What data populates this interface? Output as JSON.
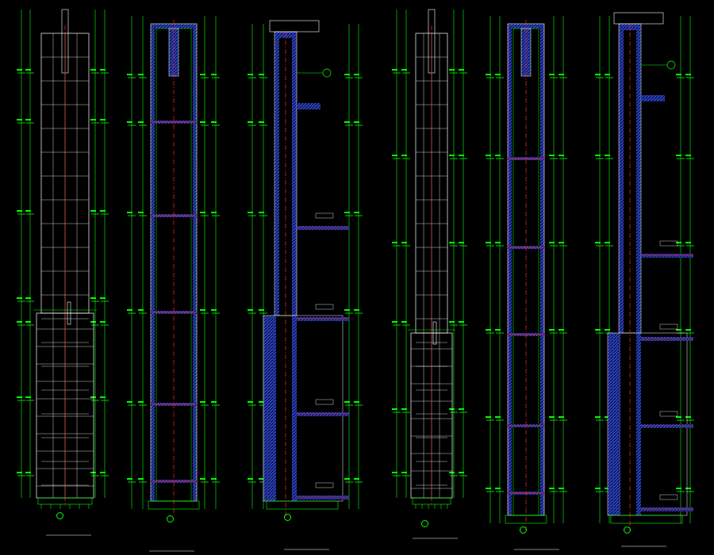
{
  "drawing": {
    "background": "#000000",
    "colors": {
      "dimension": "#00ff00",
      "axis": "#ff2a2a",
      "hatch": "#2a66ff",
      "outline": "#ffffff",
      "accent": "#ff00ff",
      "text": "#ffffff"
    },
    "sheets": [
      {
        "id": "A",
        "kind": "frame-elevation",
        "title": "",
        "scale": "",
        "axis_label": ""
      },
      {
        "id": "B",
        "kind": "shaft-section",
        "title": "",
        "scale": "",
        "axis_label": ""
      },
      {
        "id": "C",
        "kind": "stepped-section",
        "title": "",
        "scale": "",
        "axis_label": ""
      },
      {
        "id": "D",
        "kind": "frame-elevation",
        "title": "",
        "scale": "",
        "axis_label": ""
      },
      {
        "id": "E",
        "kind": "shaft-section",
        "title": "",
        "scale": "",
        "axis_label": ""
      },
      {
        "id": "F",
        "kind": "stepped-section",
        "title": "",
        "scale": "",
        "axis_label": ""
      }
    ]
  }
}
